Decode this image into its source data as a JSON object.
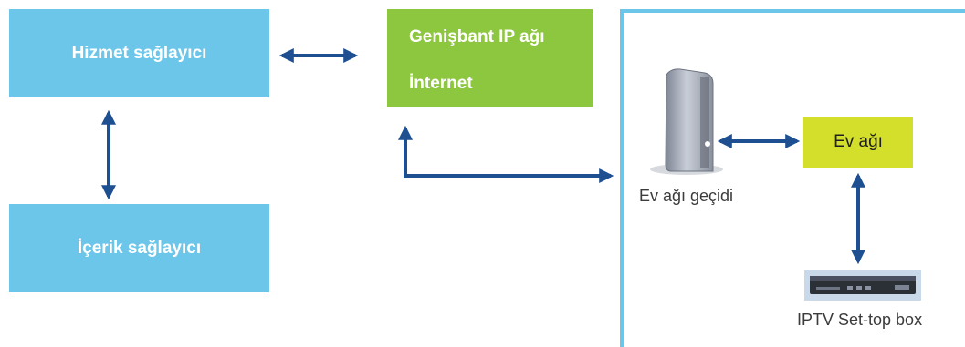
{
  "boxes": {
    "service_provider": "Hizmet sağlayıcı",
    "content_provider": "İçerik sağlayıcı",
    "broadband_line1": "Genişbant IP ağı",
    "broadband_line2": "İnternet",
    "home_network": "Ev ağı"
  },
  "labels": {
    "gateway": "Ev ağı geçidi",
    "settop": "IPTV Set-top box"
  },
  "colors": {
    "blue_box": "#6cc6ea",
    "green_box": "#8dc63f",
    "yellow_box": "#d4df2c",
    "arrow": "#1d4f91"
  }
}
